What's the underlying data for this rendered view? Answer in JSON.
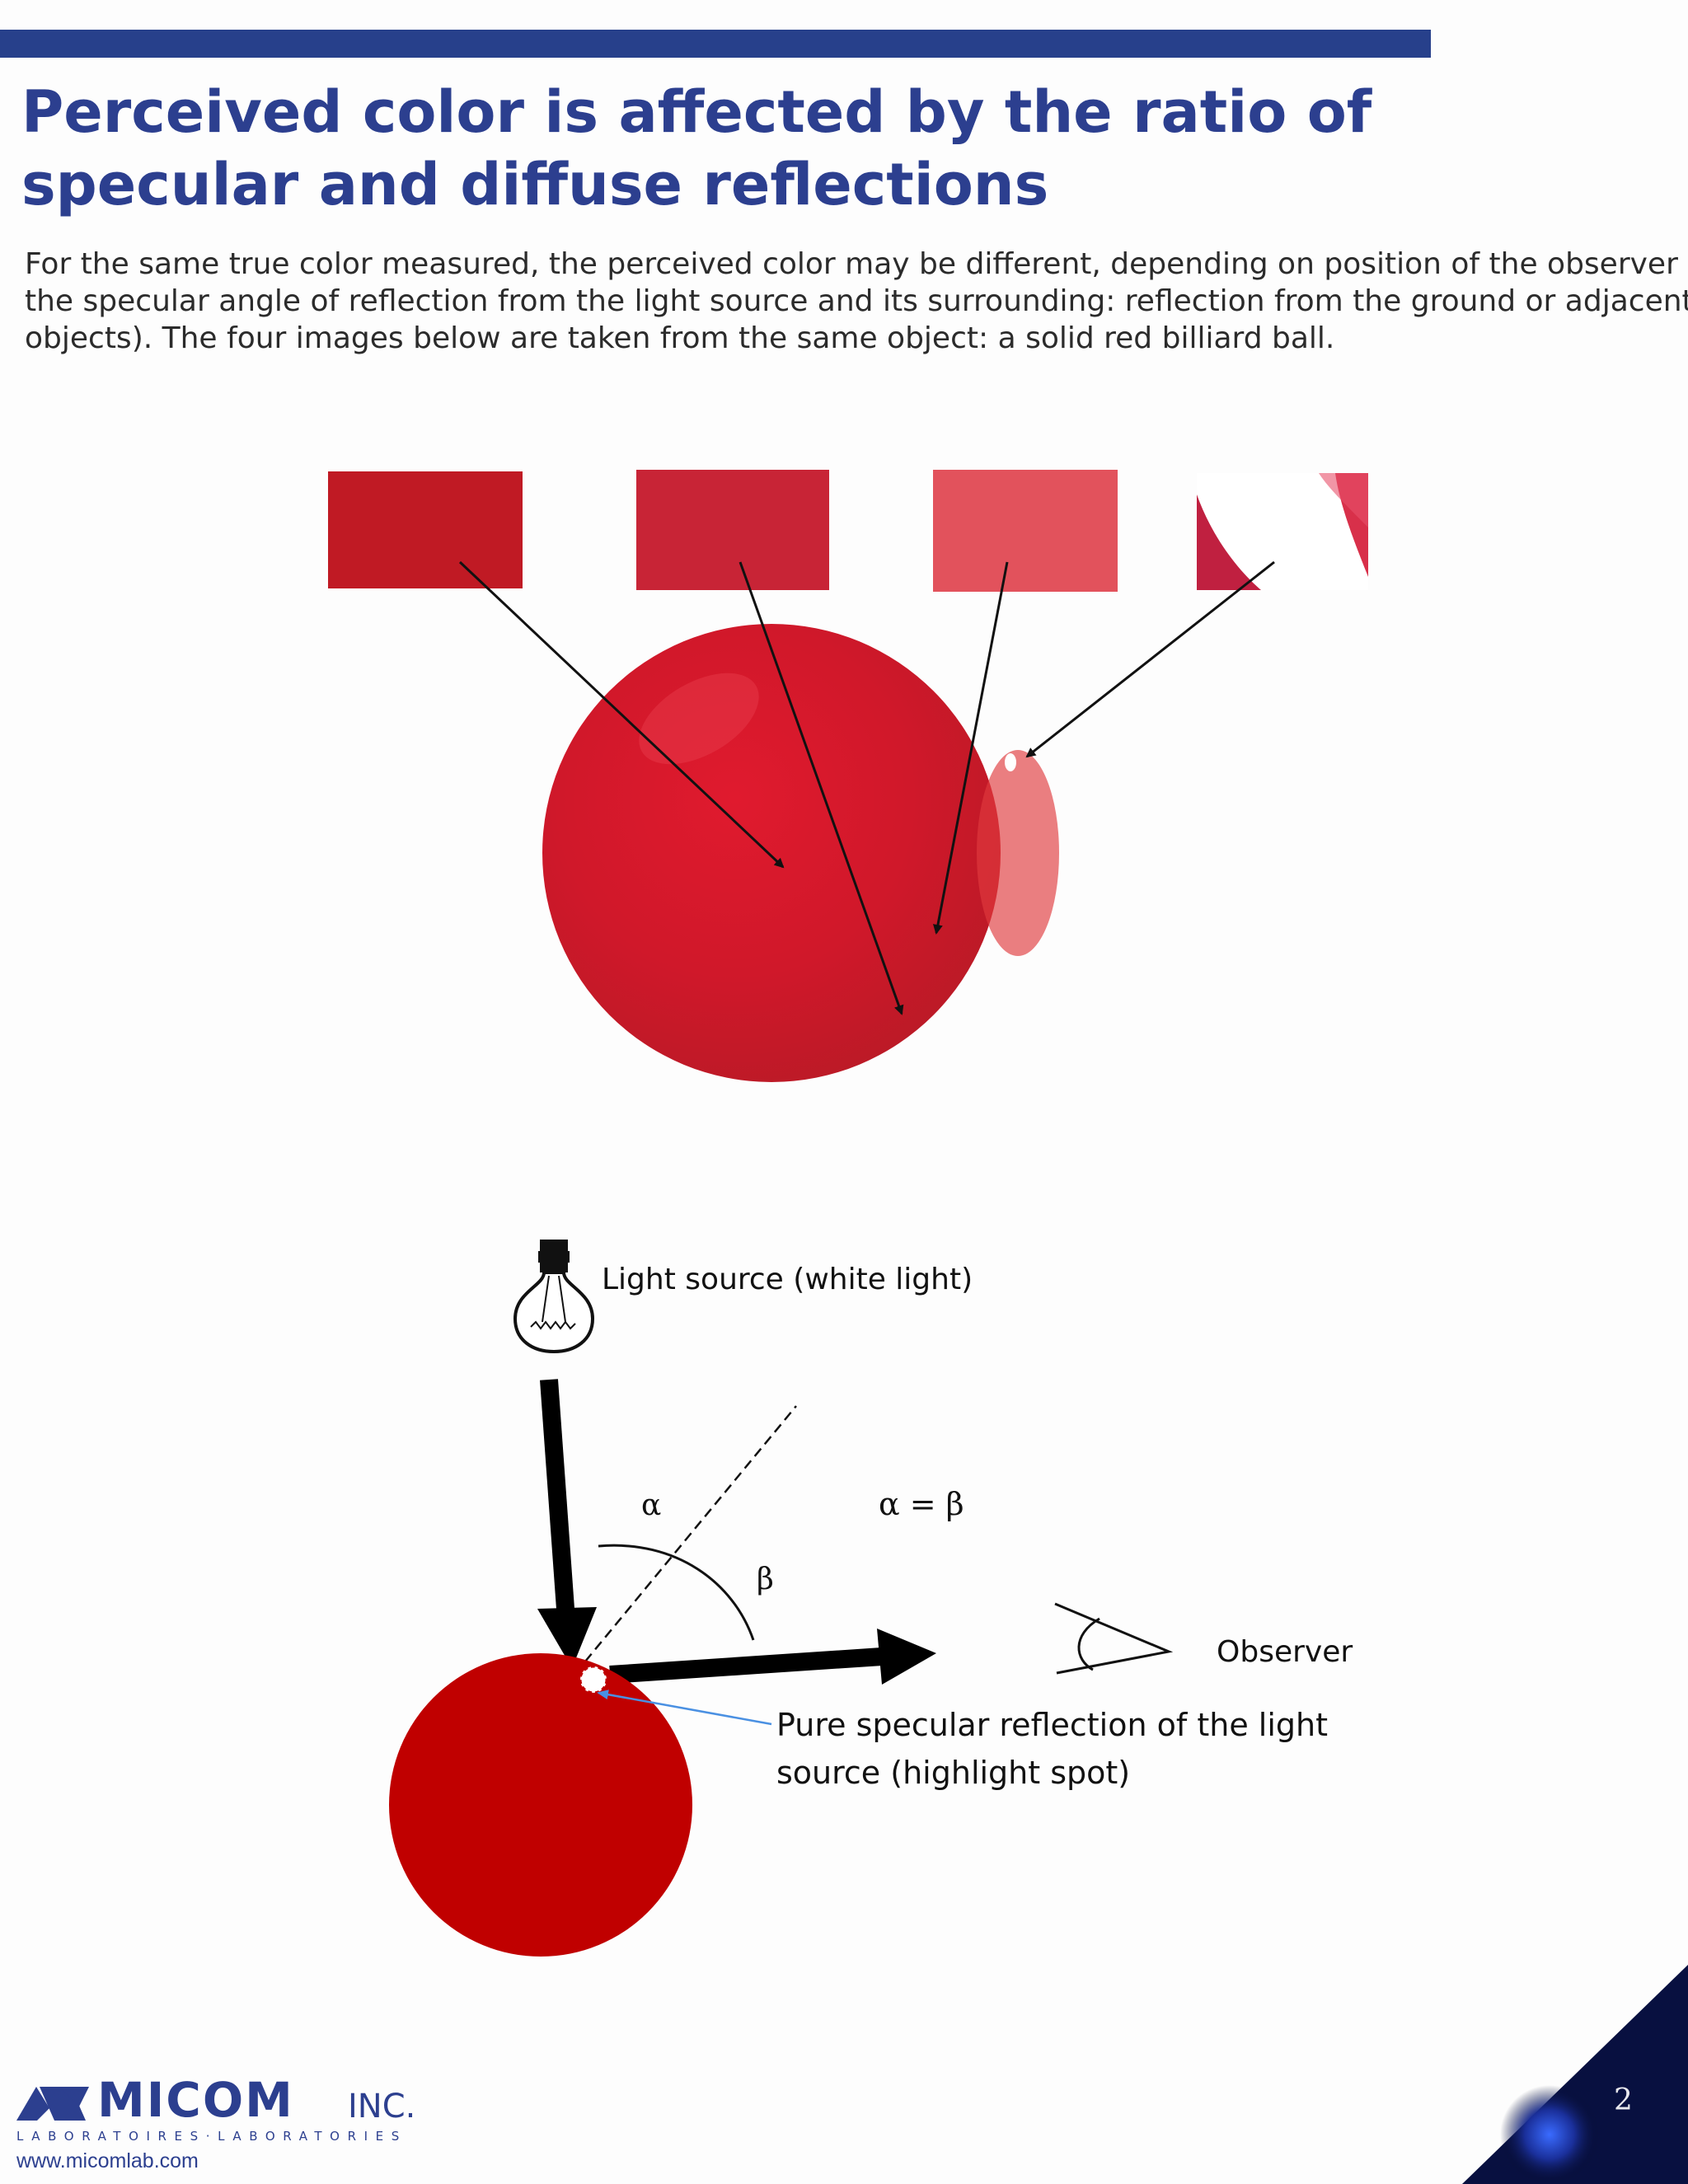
{
  "header": {
    "title_line1": "Perceived color is affected by the ratio of",
    "title_line2": "specular and diffuse reflections",
    "accent_color": "#27408b"
  },
  "intro": {
    "line1": "For the same true color measured, the perceived color may be different, depending on position of the observer (vs.",
    "line2": "the specular angle of reflection from the light source and its surrounding: reflection from the ground or adjacent",
    "line3": "objects). The four images below are taken from the same object:  a solid red billiard ball."
  },
  "swatches": [
    {
      "color": "#c01a24"
    },
    {
      "color": "#c82436"
    },
    {
      "color": "#e2525c"
    },
    {
      "color": "#d8304a"
    }
  ],
  "diagram": {
    "light_source_label": "Light source (white light)",
    "alpha": "α",
    "beta": "β",
    "equation": "α = β",
    "observer_label": "Observer",
    "specular_line1": "Pure specular reflection of the light",
    "specular_line2": "source (highlight spot)",
    "ball_color": "#c00000"
  },
  "footer": {
    "company": "MICOM",
    "company_suffix": "INC.",
    "tagline": "LABORATOIRES·LABORATORIES",
    "website": "www.micomlab.com",
    "page_number": "2"
  }
}
